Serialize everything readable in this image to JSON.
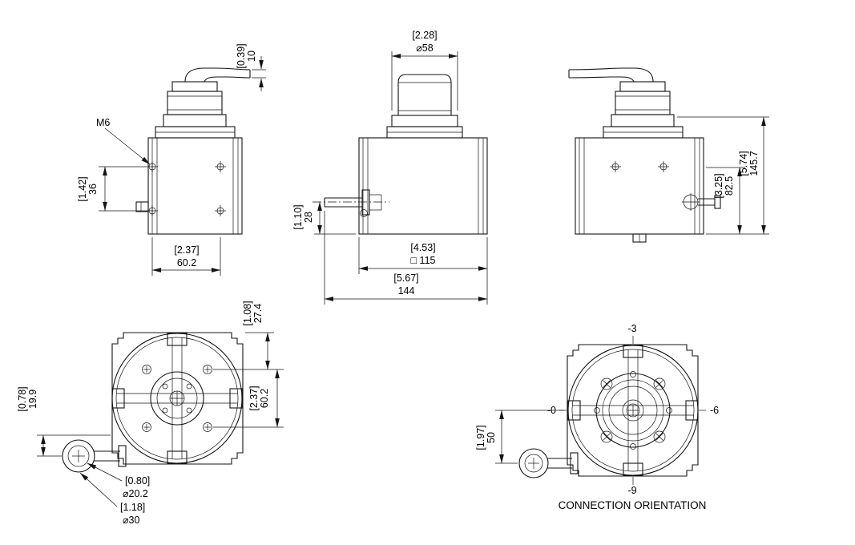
{
  "views": {
    "side_left": {
      "m6_label": "M6",
      "dim_cable_height": {
        "in": "[0.39]",
        "mm": "10"
      },
      "dim_hole_vspacing": {
        "in": "[1.42]",
        "mm": "36"
      },
      "dim_hole_hspacing": {
        "in": "[2.37]",
        "mm": "60.2"
      }
    },
    "side_center": {
      "dim_connector_dia": {
        "in": "[2.28]",
        "mm": "⌀58"
      },
      "dim_shaft_height": {
        "in": "[1.10]",
        "mm": "28"
      },
      "dim_body_square": {
        "in": "[4.53]",
        "mm": "□ 115"
      },
      "dim_overall_length": {
        "in": "[5.67]",
        "mm": "144"
      }
    },
    "side_right": {
      "dim_conn_height": {
        "in": "[3.25]",
        "mm": "82.5"
      },
      "dim_overall_height": {
        "in": "[5.74]",
        "mm": "145.7"
      }
    },
    "top_view": {
      "dim_edge_to_hole": {
        "in": "[1.08]",
        "mm": "27.4"
      },
      "dim_hole_spacing": {
        "in": "[2.37]",
        "mm": "60.2"
      },
      "dim_conn_offset": {
        "in": "[0.78]",
        "mm": "19.9"
      },
      "dim_conn_bore": {
        "in": "[0.80]",
        "mm": "⌀20.2"
      },
      "dim_conn_dia": {
        "in": "[1.18]",
        "mm": "⌀30"
      }
    },
    "orientation": {
      "pos_top": "-3",
      "pos_left": "-0",
      "pos_right": "-6",
      "pos_bottom": "-9",
      "dim_conn_offset": {
        "in": "[1.97]",
        "mm": "50"
      },
      "caption": "CONNECTION ORIENTATION"
    }
  }
}
